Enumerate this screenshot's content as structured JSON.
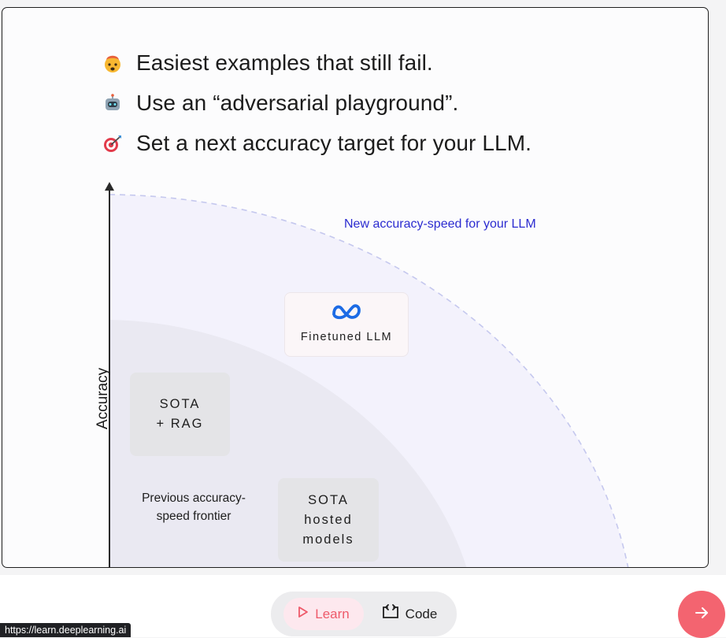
{
  "slide": {
    "bullets": [
      {
        "icon": "exploding-head-emoji-icon",
        "text": "Easiest examples that still fail."
      },
      {
        "icon": "robot-emoji-icon",
        "text": "Use an “adversarial playground”."
      },
      {
        "icon": "target-dart-emoji-icon",
        "text": "Set a next accuracy target for your LLM."
      }
    ],
    "diagram": {
      "y_axis_label": "Accuracy",
      "new_frontier_label": "New accuracy-speed for your LLM",
      "finetuned_card_label": "Finetuned LLM",
      "finetuned_card_icon": "meta-logo-icon",
      "rag_card_line1": "SOTA",
      "rag_card_line2": "+ RAG",
      "hosted_card_line1": "SOTA",
      "hosted_card_line2": "hosted",
      "hosted_card_line3": "models",
      "prev_frontier_label": "Previous accuracy-speed frontier"
    }
  },
  "bottom_bar": {
    "learn_tab": "Learn",
    "code_tab": "Code",
    "next_button_icon": "arrow-right-icon"
  },
  "status_bar": {
    "url": "https://learn.deeplearning.ai"
  },
  "colors": {
    "accent": "#f36470",
    "frontier_label": "#2b2bd0",
    "outer_region": "#f3f2fc",
    "inner_region": "#eae9f2",
    "card_gray": "#e4e4e7"
  }
}
